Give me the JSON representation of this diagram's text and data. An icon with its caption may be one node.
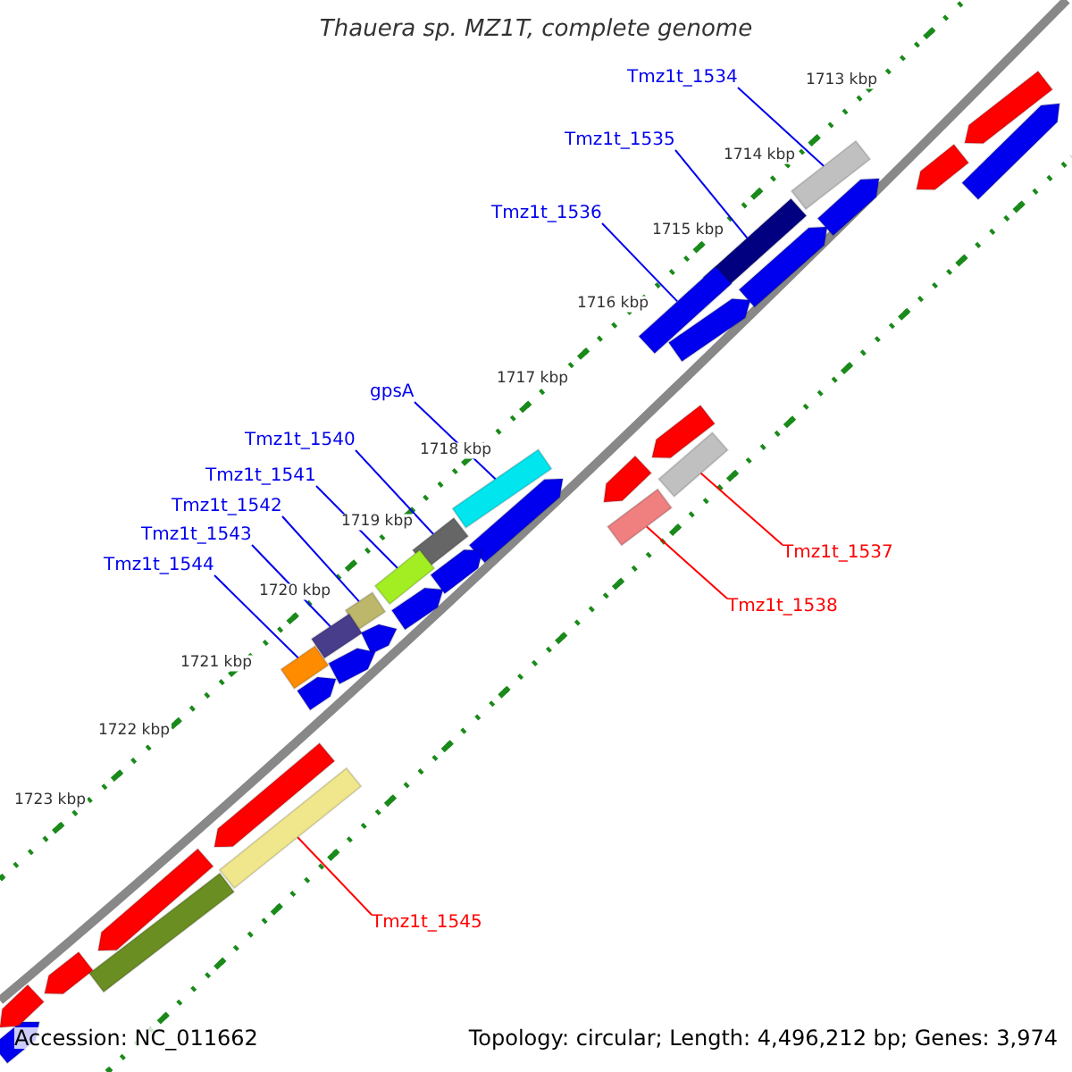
{
  "diagram": {
    "title": "Thauera sp. MZ1T, complete genome",
    "nodes": [
      {
        "text": [
          "Tmz1t_1534"
        ]
      },
      {
        "text": [
          "Tmz1t_1535"
        ]
      },
      {
        "text": [
          "Tmz1t_1536"
        ]
      },
      {
        "text": [
          "gpsA"
        ]
      },
      {
        "text": [
          "Tmz1t_1540"
        ]
      },
      {
        "text": [
          "Tmz1t_1541"
        ]
      },
      {
        "text": [
          "Tmz1t_1542"
        ]
      },
      {
        "text": [
          "Tmz1t_1543"
        ]
      },
      {
        "text": [
          "Tmz1t_1544"
        ]
      },
      {
        "text": [
          "Tmz1t_1537"
        ]
      },
      {
        "text": [
          "Tmz1t_1538"
        ]
      },
      {
        "text": [
          "Tmz1t_1545"
        ]
      },
      {
        "text": [],
        "shape": "bar"
      },
      {
        "text": [],
        "shape": "bar"
      },
      {
        "text": [],
        "shape": "bar"
      },
      {
        "text": [],
        "shape": "bar"
      },
      {
        "text": [],
        "shape": "bar"
      },
      {
        "text": [],
        "shape": "bar"
      },
      {
        "text": [],
        "shape": "bar"
      },
      {
        "text": [],
        "shape": "bar"
      },
      {
        "text": [],
        "shape": "bar"
      },
      {
        "text": [],
        "shape": "bar"
      },
      {
        "text": [],
        "shape": "bar"
      },
      {
        "text": [],
        "shape": "bar"
      },
      {
        "text": [],
        "shape": "bar"
      },
      {
        "text": [],
        "shape": "bar"
      },
      {
        "text": [],
        "shape": "bar"
      },
      {
        "text": [],
        "shape": "bar"
      },
      {
        "text": [],
        "shape": "bar"
      },
      {
        "text": [],
        "shape": "bar"
      },
      {
        "text": [],
        "shape": "bar"
      },
      {
        "text": [],
        "shape": "bar"
      },
      {
        "text": [],
        "shape": "bar"
      },
      {
        "text": [],
        "shape": "bar"
      },
      {
        "text": [],
        "shape": "bar"
      },
      {
        "text": [],
        "shape": "bar"
      },
      {
        "text": [],
        "shape": "bar"
      },
      {
        "text": [],
        "shape": "bar"
      },
      {
        "text": [],
        "shape": "bar"
      },
      {
        "text": [],
        "shape": "bar"
      },
      {
        "text": [],
        "shape": "bar"
      },
      {
        "text": [],
        "shape": "bar"
      },
      {
        "text": [],
        "shape": "bar"
      },
      {
        "text": [],
        "shape": "bar"
      }
    ],
    "edges": [
      {
        "from": 0,
        "to": 12,
        "arrow": "none"
      },
      {
        "from": 1,
        "to": 13,
        "arrow": "none"
      },
      {
        "from": 2,
        "to": 14,
        "arrow": "none"
      },
      {
        "from": 3,
        "to": 15,
        "arrow": "none"
      },
      {
        "from": 4,
        "to": 16,
        "arrow": "none"
      },
      {
        "from": 5,
        "to": 17,
        "arrow": "none"
      },
      {
        "from": 6,
        "to": 18,
        "arrow": "none"
      },
      {
        "from": 7,
        "to": 19,
        "arrow": "none"
      },
      {
        "from": 8,
        "to": 20,
        "arrow": "none"
      },
      {
        "from": 9,
        "to": 21,
        "arrow": "none",
        "color": "#ff0000"
      },
      {
        "from": 10,
        "to": 22,
        "arrow": "none",
        "color": "#ff0000"
      },
      {
        "from": 11,
        "to": 23,
        "arrow": "none",
        "color": "#ff0000"
      }
    ],
    "labels": [
      "1713 kbp",
      "1714 kbp",
      "1715 kbp",
      "1716 kbp",
      "1717 kbp",
      "1718 kbp",
      "1719 kbp",
      "1720 kbp",
      "1721 kbp",
      "1722 kbp",
      "1723 kbp",
      "Accession: NC_011662",
      "Topology: circular; Length: 4,496,212 bp; Genes: 3,974"
    ]
  }
}
